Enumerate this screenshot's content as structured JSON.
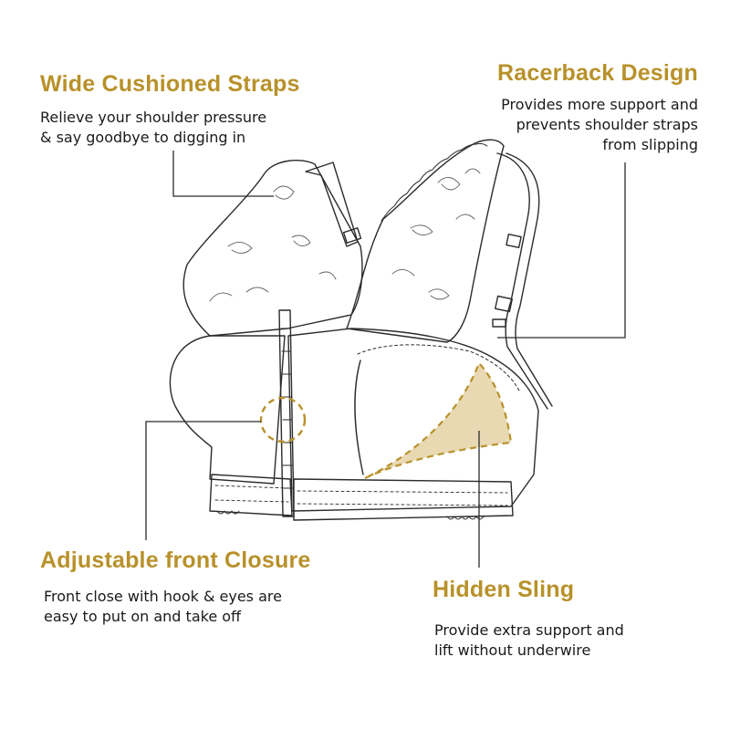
{
  "colors": {
    "accent": "#b8912a",
    "line": "#2b2b2b",
    "sling_fill": "#e8d9b3"
  },
  "features": {
    "straps": {
      "title": "Wide Cushioned Straps",
      "line1": "Relieve your shoulder pressure",
      "line2": "& say goodbye to digging in"
    },
    "racerback": {
      "title": "Racerback Design",
      "line1": "Provides more support and",
      "line2": "prevents shoulder straps",
      "line3": "from slipping"
    },
    "closure": {
      "title": "Adjustable front Closure",
      "line1": "Front close with hook & eyes are",
      "line2": "easy to put on and take off"
    },
    "sling": {
      "title": "Hidden Sling",
      "line1": "Provide extra support and",
      "line2": "lift without underwire"
    }
  }
}
